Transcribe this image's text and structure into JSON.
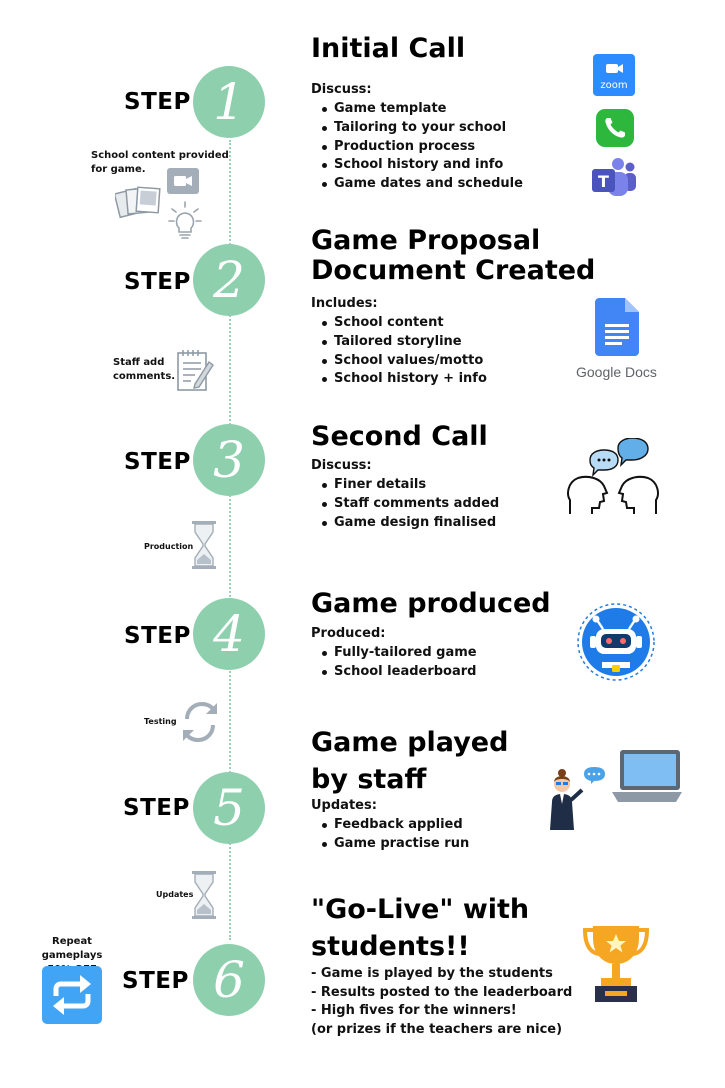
{
  "step_word": "STEP",
  "steps": [
    {
      "number": "1",
      "title_lines": [
        "Initial Call"
      ],
      "intro": "Discuss:",
      "bullets": [
        "Game template",
        "Tailoring to your school",
        "Production process",
        "School history and info",
        "Game dates and schedule"
      ]
    },
    {
      "number": "2",
      "title_lines": [
        "Game Proposal",
        "Document Created"
      ],
      "intro": "Includes:",
      "bullets": [
        "School content",
        "Tailored storyline",
        "School values/motto",
        "School history + info"
      ]
    },
    {
      "number": "3",
      "title_lines": [
        "Second Call"
      ],
      "intro": "Discuss:",
      "bullets": [
        "Finer details",
        "Staff comments added",
        "Game design finalised"
      ]
    },
    {
      "number": "4",
      "title_lines": [
        "Game produced"
      ],
      "intro": "Produced:",
      "bullets": [
        "Fully-tailored game",
        "School leaderboard"
      ]
    },
    {
      "number": "5",
      "title_lines": [
        "Game played",
        "by staff"
      ],
      "intro": "Updates:",
      "bullets": [
        "Feedback applied",
        "Game practise run"
      ]
    },
    {
      "number": "6",
      "title_lines": [
        "\"Go-Live\" with",
        "students!!"
      ],
      "lines": [
        "- Game is played by the students",
        "- Results posted to the leaderboard",
        "- High fives for the winners!",
        "(or prizes if the teachers are nice)"
      ]
    }
  ],
  "side_notes": {
    "school_content": [
      "School content provided",
      "for game."
    ],
    "staff_comments": [
      "Staff add",
      "comments."
    ],
    "production": "Production",
    "testing": "Testing",
    "updates": "Updates",
    "repeat": [
      "Repeat gameplays",
      "50% OFF"
    ]
  },
  "logos": {
    "zoom_text": "zoom",
    "google_docs_text": "Google Docs",
    "teams_letter": "T"
  },
  "colors": {
    "circle": "#8ecfae",
    "zoom": "#2d8cff",
    "phone": "#2db83d",
    "teams": "#5b5fc7",
    "docs": "#4285f4",
    "bot": "#1e7be8",
    "repeat_tile": "#42a4f5"
  }
}
